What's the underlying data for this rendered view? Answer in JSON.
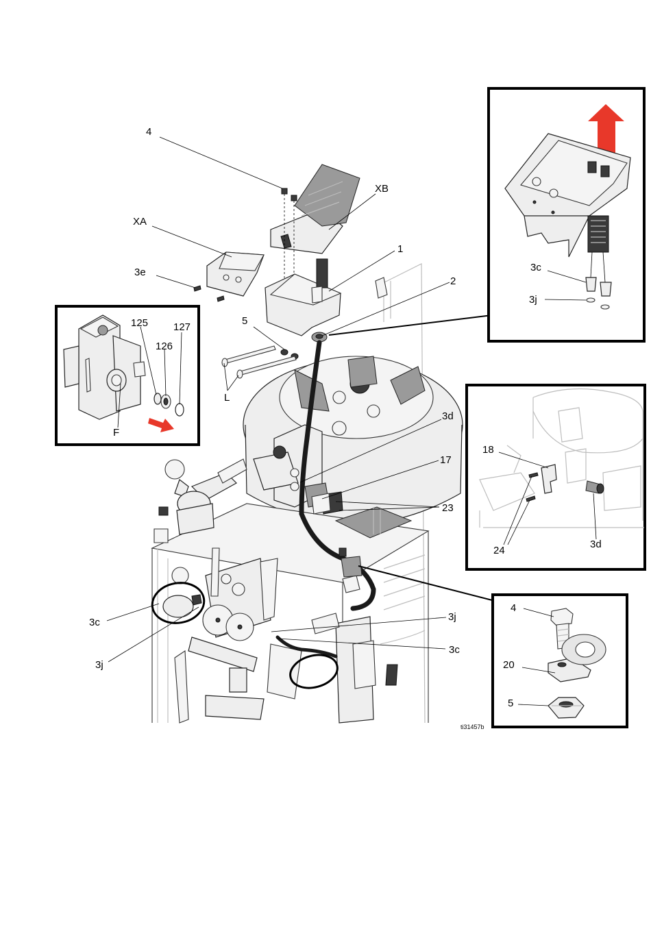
{
  "figure_id": "ti31457b",
  "colors": {
    "arrow": "#e8382a",
    "line": "#000000",
    "part_fill": "#eeeeee",
    "hose": "#1a1a1a"
  },
  "main_labels": {
    "l4": "4",
    "xb": "XB",
    "xa": "XA",
    "l1": "1",
    "l3e": "3e",
    "l2": "2",
    "l5": "5",
    "lL": "L",
    "l3d": "3d",
    "l17": "17",
    "l23": "23",
    "l3c_left": "3c",
    "l3j_left": "3j",
    "l3j_right": "3j",
    "l3c_right": "3c"
  },
  "inset_f": {
    "l125": "125",
    "l127": "127",
    "l126": "126",
    "lF": "F"
  },
  "inset_top_right": {
    "l3c": "3c",
    "l3j": "3j"
  },
  "inset_mid_right": {
    "l18": "18",
    "l24": "24",
    "l3d": "3d"
  },
  "inset_bottom_right": {
    "l4": "4",
    "l20": "20",
    "l5": "5"
  }
}
